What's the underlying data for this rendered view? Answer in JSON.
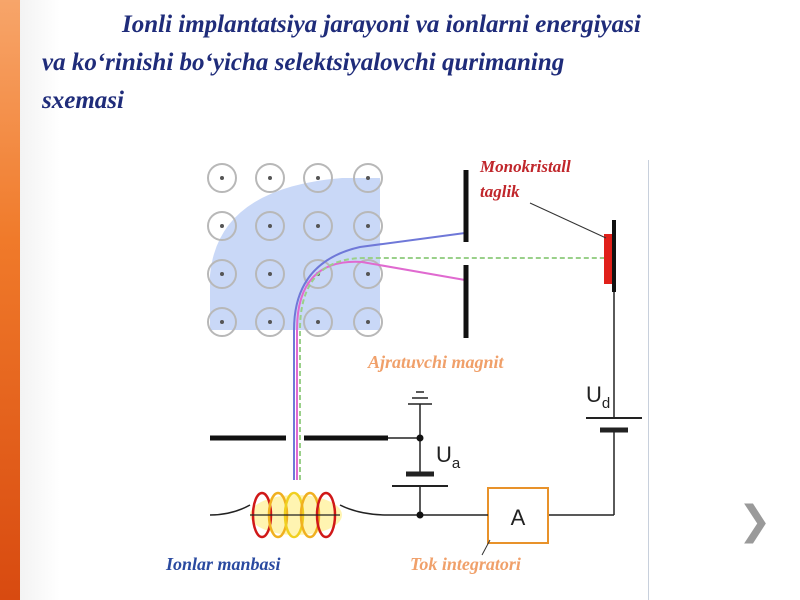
{
  "title": {
    "line1": "Ionli implantatsiya jarayoni va ionlarni energiyasi",
    "line2": "va ko‘rinishi bo‘yicha selektsiyalovchi qurimaning",
    "line3": "sxemasi"
  },
  "diagram": {
    "target_label_1": "Monokristall",
    "target_label_2": "taglik",
    "magnet_label": "Ajratuvchi magnit",
    "source_label": "Ionlar manbasi",
    "integrator_label": "Tok integratori",
    "ammeter_symbol": "A",
    "voltage_d_main": "U",
    "voltage_d_sub": "d",
    "voltage_a_main": "U",
    "voltage_a_sub": "a"
  },
  "colors": {
    "title": "#1f2c7a",
    "magnet_field": "#c9d8f7",
    "beam_blue": "#6f78d8",
    "beam_green": "#9ad08a",
    "beam_pink": "#e06ad0",
    "target": "#e0201a",
    "integrator_box": "#e8922a",
    "orange_accent": "#f07a2a"
  },
  "nav": {
    "next_icon": "chevron-right-icon",
    "next_glyph": "❯"
  }
}
